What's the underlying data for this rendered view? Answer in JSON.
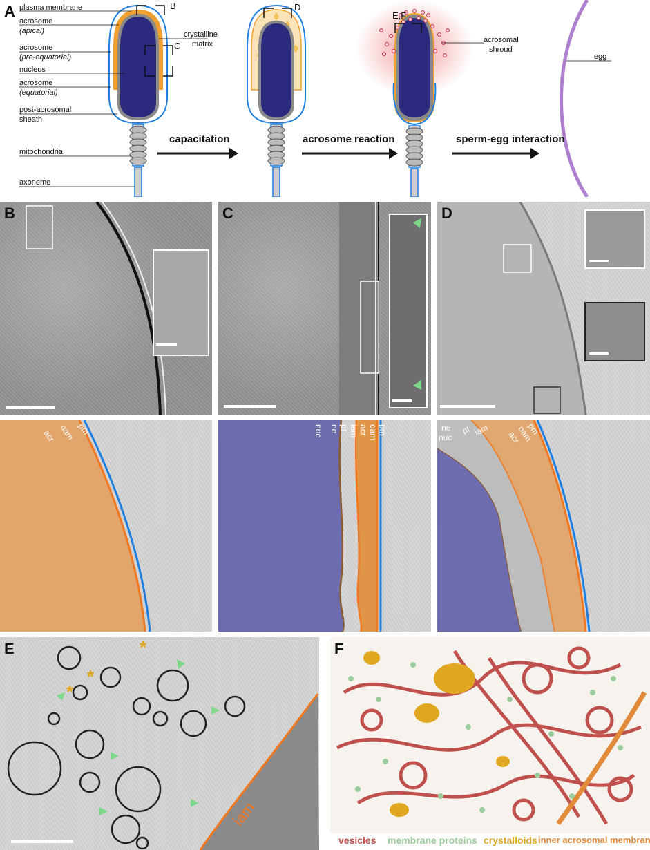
{
  "panel_a": {
    "letter": "A",
    "labels": {
      "plasma_membrane": "plasma membrane",
      "acrosome_apical_1": "acrosome",
      "acrosome_apical_2": "(apical)",
      "acrosome_preeq_1": "acrosome",
      "acrosome_preeq_2": "(pre-equatorial)",
      "nucleus": "nucleus",
      "acrosome_eq_1": "acrosome",
      "acrosome_eq_2": "(equatorial)",
      "post_acrosomal_1": "post-acrosomal",
      "post_acrosomal_2": "sheath",
      "mitochondria": "mitochondria",
      "axoneme": "axoneme",
      "crystalline_1": "crystalline",
      "crystalline_2": "matrix",
      "acrosomal_shroud_1": "acrosomal",
      "acrosomal_shroud_2": "shroud",
      "egg": "egg"
    },
    "box_labels": {
      "b": "B",
      "c": "C",
      "d": "D",
      "ef": "E,F"
    },
    "steps": {
      "capacitation": "capacitation",
      "acrosome_reaction": "acrosome reaction",
      "sperm_egg": "sperm-egg interaction"
    },
    "colors": {
      "nucleus": "#2b2a7e",
      "acrosome": "#f0a030",
      "acrosome_light": "#fbe3b8",
      "membrane": "#1f7fe0",
      "egg": "#b080d0",
      "sheath": "#8a8a8a"
    }
  },
  "panel_b": {
    "letter": "B",
    "seg_labels": {
      "pm": "pm",
      "oam": "oam",
      "acr": "acr"
    }
  },
  "panel_c": {
    "letter": "C",
    "seg_labels": {
      "nuc": "nuc",
      "ne": "ne",
      "pt": "pt",
      "iam": "iam",
      "acr": "acr",
      "oam": "oam",
      "pm": "pm"
    }
  },
  "panel_d": {
    "letter": "D",
    "seg_labels": {
      "ne": "ne",
      "nuc": "nuc",
      "pt": "pt",
      "iam": "iam",
      "pm": "pm",
      "oam": "oam",
      "acr": "acr"
    }
  },
  "panel_e": {
    "letter": "E",
    "iam_label": "iam"
  },
  "panel_f": {
    "letter": "F",
    "legend": [
      {
        "label": "vesicles",
        "color": "#c0504d"
      },
      {
        "label": "membrane proteins",
        "color": "#9ccc9c"
      },
      {
        "label": "crystalloids",
        "color": "#e0a820"
      },
      {
        "label": "inner acrosomal membrane",
        "color": "#e08a3a"
      }
    ]
  }
}
